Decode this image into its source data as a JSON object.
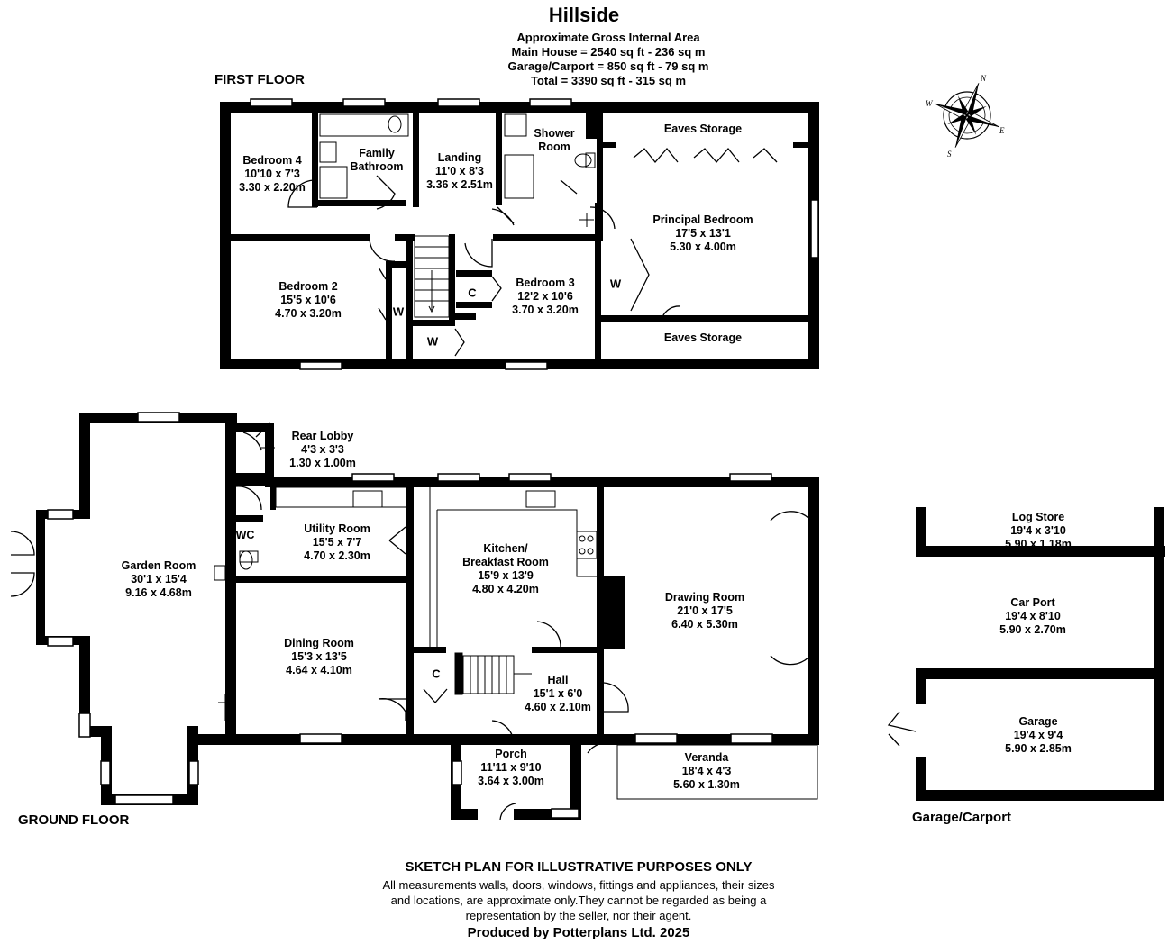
{
  "header": {
    "title": "Hillside",
    "area_lines": [
      "Approximate Gross Internal Area",
      "Main House = 2540 sq ft - 236 sq m",
      "Garage/Carport = 850 sq ft - 79 sq m",
      "Total = 3390 sq ft - 315 sq m"
    ]
  },
  "floors": {
    "first": "FIRST FLOOR",
    "ground": "GROUND FLOOR",
    "garage": "Garage/Carport"
  },
  "first_floor_rooms": [
    {
      "name": "Bedroom 4",
      "imperial": "10'10 x 7'3",
      "metric": "3.30 x 2.20m"
    },
    {
      "name": "Family",
      "imperial": "Bathroom",
      "metric": ""
    },
    {
      "name": "Landing",
      "imperial": "11'0 x 8'3",
      "metric": "3.36 x 2.51m"
    },
    {
      "name": "Shower",
      "imperial": "Room",
      "metric": ""
    },
    {
      "name": "Eaves Storage",
      "imperial": "",
      "metric": ""
    },
    {
      "name": "Principal Bedroom",
      "imperial": "17'5 x 13'1",
      "metric": "5.30 x 4.00m"
    },
    {
      "name": "Bedroom 2",
      "imperial": "15'5 x 10'6",
      "metric": "4.70 x 3.20m"
    },
    {
      "name": "Bedroom 3",
      "imperial": "12'2 x 10'6",
      "metric": "3.70 x 3.20m"
    },
    {
      "name": "Eaves Storage",
      "imperial": "",
      "metric": ""
    }
  ],
  "ground_floor_rooms": [
    {
      "name": "Rear Lobby",
      "imperial": "4'3 x 3'3",
      "metric": "1.30 x 1.00m"
    },
    {
      "name": "WC",
      "imperial": "",
      "metric": ""
    },
    {
      "name": "Utility Room",
      "imperial": "15'5 x 7'7",
      "metric": "4.70 x 2.30m"
    },
    {
      "name": "Kitchen/",
      "imperial": "Breakfast Room",
      "metric": "15'9 x 13'9",
      "extra": "4.80 x 4.20m"
    },
    {
      "name": "Drawing Room",
      "imperial": "21'0 x 17'5",
      "metric": "6.40 x 5.30m"
    },
    {
      "name": "Garden Room",
      "imperial": "30'1 x 15'4",
      "metric": "9.16 x 4.68m"
    },
    {
      "name": "Dining Room",
      "imperial": "15'3 x 13'5",
      "metric": "4.64 x 4.10m"
    },
    {
      "name": "Hall",
      "imperial": "15'1 x 6'0",
      "metric": "4.60 x 2.10m"
    },
    {
      "name": "Porch",
      "imperial": "11'11 x 9'10",
      "metric": "3.64 x 3.00m"
    },
    {
      "name": "Veranda",
      "imperial": "18'4 x 4'3",
      "metric": "5.60 x 1.30m"
    }
  ],
  "garage_rooms": [
    {
      "name": "Log Store",
      "imperial": "19'4 x 3'10",
      "metric": "5.90 x 1.18m"
    },
    {
      "name": "Car Port",
      "imperial": "19'4 x 8'10",
      "metric": "5.90 x 2.70m"
    },
    {
      "name": "Garage",
      "imperial": "19'4 x 9'4",
      "metric": "5.90 x 2.85m"
    }
  ],
  "small_labels": {
    "wardrobe": "W",
    "cupboard": "C"
  },
  "compass": {
    "n": "N",
    "e": "E",
    "s": "S",
    "w": "W"
  },
  "footer": {
    "heading": "SKETCH PLAN FOR ILLUSTRATIVE PURPOSES ONLY",
    "lines": [
      "All measurements walls, doors, windows, fittings and appliances, their sizes",
      "and locations, are approximate only.They cannot be regarded as being a",
      "representation by the seller, nor their agent."
    ],
    "producer": "Produced by Potterplans Ltd. 2025"
  },
  "colors": {
    "wall": "#000000",
    "background": "#ffffff"
  }
}
